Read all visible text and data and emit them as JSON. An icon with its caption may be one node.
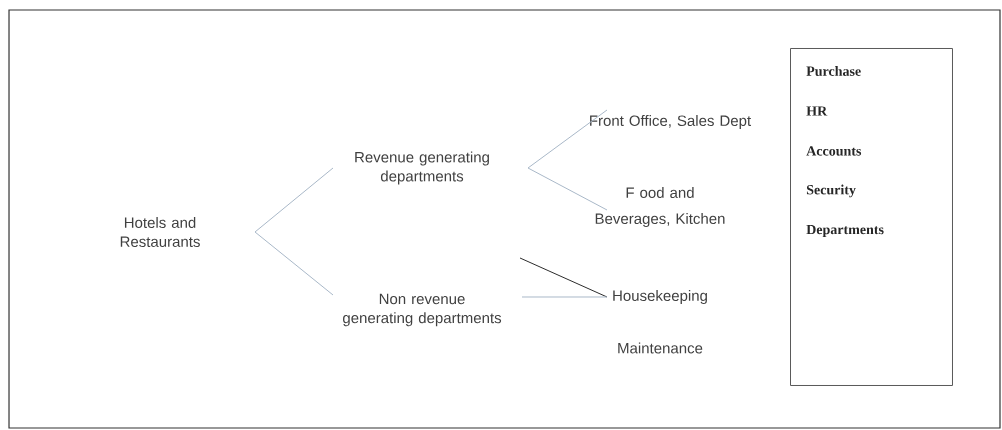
{
  "diagram": {
    "nodes": [
      {
        "text": [
          "Hotels and Restaurants"
        ]
      },
      {
        "text": [
          "Revenue generating departments"
        ]
      },
      {
        "text": [
          "Non revenue generating departments"
        ]
      },
      {
        "text": [
          "Front Office, Sales Dept"
        ]
      },
      {
        "text": [
          "F ood and Beverages, Kitchen"
        ]
      },
      {
        "text": [
          "Housekeeping"
        ]
      },
      {
        "text": [
          "Purchase",
          "HR",
          "Accounts",
          "Security",
          "Departments"
        ]
      }
    ],
    "edges": [
      {
        "from": 0,
        "to": 1,
        "arrow": "none"
      },
      {
        "from": 0,
        "to": 2,
        "arrow": "none"
      },
      {
        "from": 1,
        "to": 3,
        "arrow": "none"
      },
      {
        "from": 1,
        "to": 4,
        "arrow": "none"
      },
      {
        "from": 2,
        "to": 5,
        "arrow": "none",
        "color": "#2b2b2b"
      },
      {
        "from": 2,
        "to": 5,
        "arrow": "none"
      }
    ],
    "labels": [
      "Maintenance"
    ]
  }
}
